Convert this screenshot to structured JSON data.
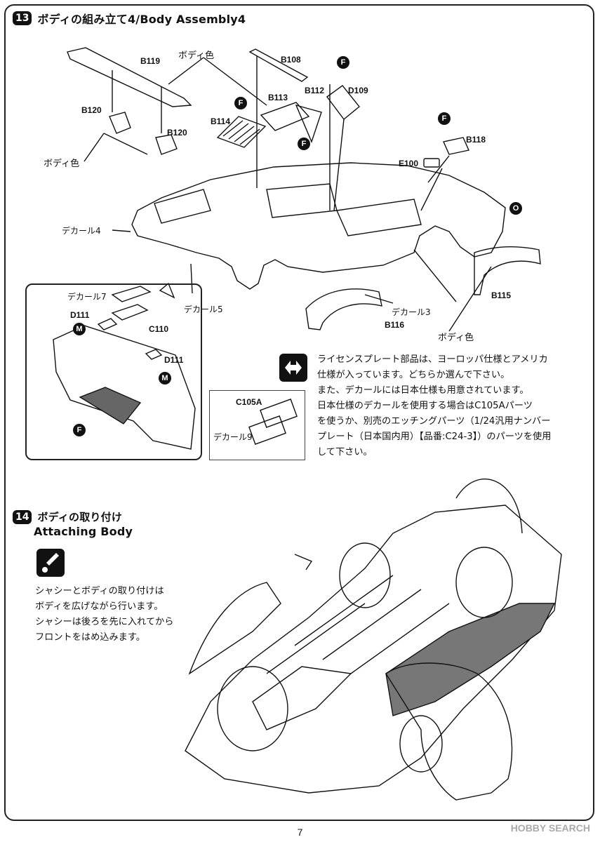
{
  "step13": {
    "number": "13",
    "title": "ボディの組み立て4/Body Assembly4"
  },
  "parts": {
    "b119": "B119",
    "b120a": "B120",
    "b120b": "B120",
    "b108": "B108",
    "b112": "B112",
    "b113": "B113",
    "b114": "B114",
    "d109": "D109",
    "b118": "B118",
    "e100": "E100",
    "b115": "B115",
    "b116": "B116",
    "c110": "C110",
    "d111a": "D111",
    "d111b": "D111",
    "c105a": "C105A"
  },
  "labels": {
    "body_color_1": "ボディ色",
    "body_color_2": "ボディ色",
    "body_color_3": "ボディ色",
    "decal4": "デカール4",
    "decal5": "デカール5",
    "decal3": "デカール3",
    "decal7": "デカール7",
    "decal9": "デカール9"
  },
  "markers": {
    "f1": "F",
    "f2": "F",
    "f3": "F",
    "f4": "F",
    "f5": "F",
    "o": "O",
    "m1": "M",
    "m2": "M"
  },
  "note": {
    "line1": "ライセンスプレート部品は、ヨーロッパ仕様とアメリカ",
    "line2": "仕様が入っています。どちらか選んで下さい。",
    "line3": "また、デカールには日本仕様も用意されています。",
    "line4": "日本仕様のデカールを使用する場合はC105Aパーツ",
    "line5": "を使うか、別売のエッチングパーツ（1/24汎用ナンバー",
    "line6": "プレート（日本国内用）【品番:C24-3】）のパーツを使用",
    "line7": "して下さい。"
  },
  "step14": {
    "number": "14",
    "title_jp": "ボディの取り付け",
    "title_en": "Attaching Body",
    "line1": "シャシーとボディの取り付けは",
    "line2": "ボディを広げながら行います。",
    "line3": "シャシーは後ろを先に入れてから",
    "line4": "フロントをはめ込みます。"
  },
  "footer": {
    "page": "7",
    "watermark": "HOBBY SEARCH"
  }
}
